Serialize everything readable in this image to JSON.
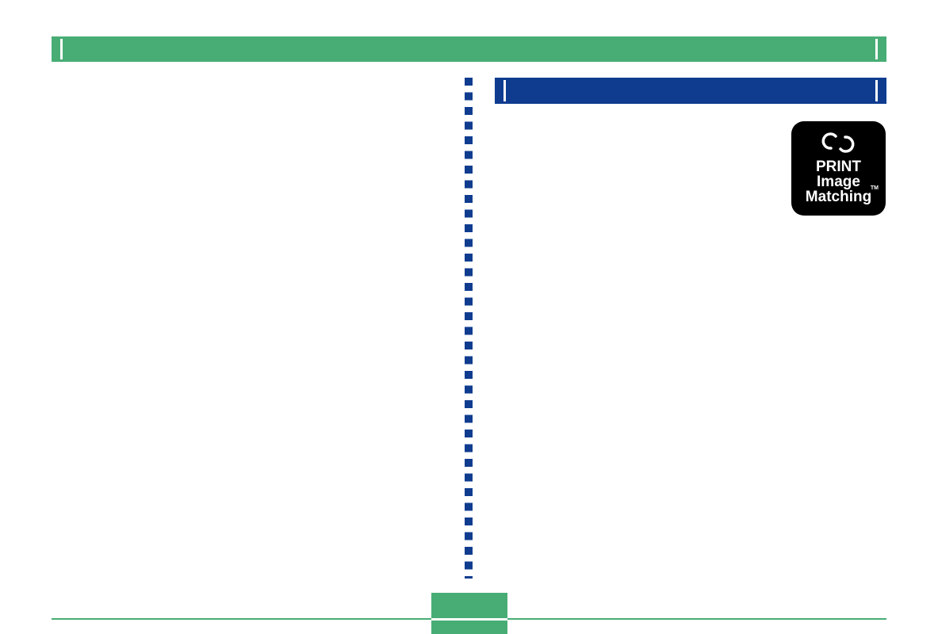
{
  "logo": {
    "name": "print-image-matching-logo",
    "line1": "PRINT",
    "line2": "Image",
    "line3": "Matching",
    "trademark": "TM"
  },
  "colors": {
    "accent_green": "#48ad75",
    "section_blue": "#0f3c8f",
    "logo_background": "#000000"
  }
}
